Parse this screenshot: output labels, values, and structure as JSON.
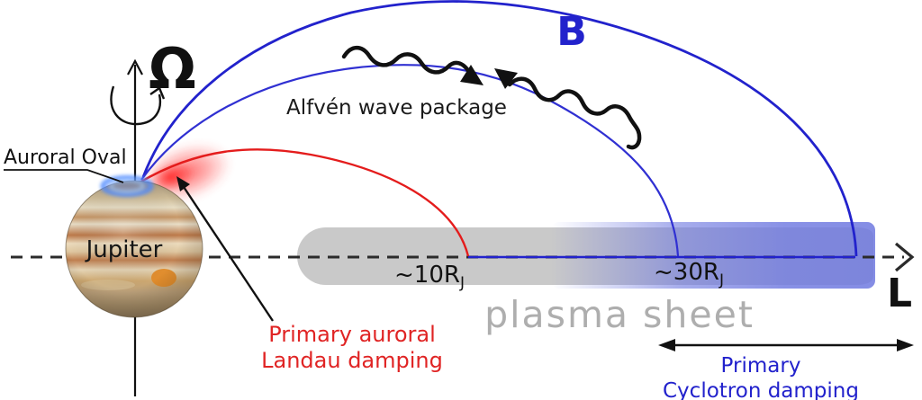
{
  "colors": {
    "field_blue": "#2222cc",
    "field_red": "#e41c1c",
    "damping_red_text": "#e02424",
    "damping_blue_text": "#2222cc",
    "sheet_gray": "#c9c9c9",
    "sheet_blue": "#6f79e0",
    "plasma_text_gray": "#aeaeae",
    "ink": "#111111"
  },
  "axes": {
    "rotation_symbol": "Ω",
    "radial_label": "L"
  },
  "planet": {
    "name": "Jupiter",
    "auroral_oval": "Auroral Oval"
  },
  "magnetosphere": {
    "field_label": "B",
    "wave_label": "Alfvén wave package",
    "plasma_sheet_label": "plasma sheet",
    "r10": {
      "main": "~10R",
      "sub": "J"
    },
    "r30": {
      "main": "~30R",
      "sub": "J"
    }
  },
  "damping": {
    "landau": {
      "line1": "Primary auroral",
      "line2": "Landau damping"
    },
    "cyclotron": {
      "line1": "Primary",
      "line2": "Cyclotron damping"
    }
  }
}
